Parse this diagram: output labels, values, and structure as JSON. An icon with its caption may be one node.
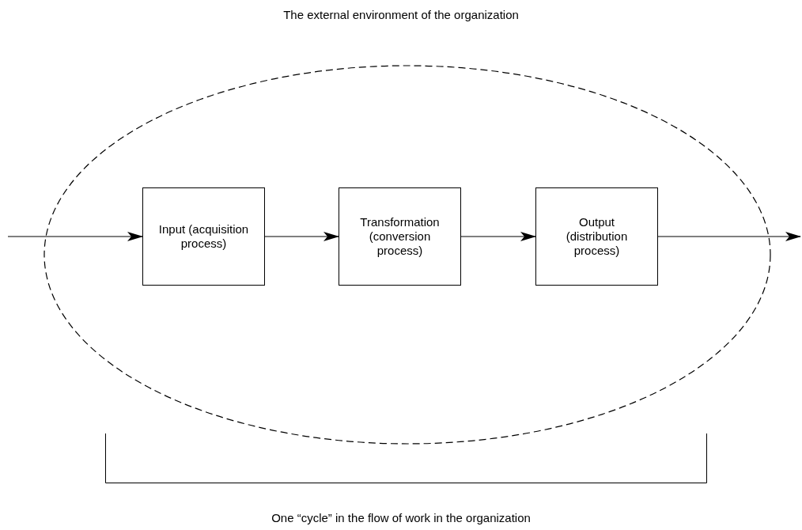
{
  "diagram": {
    "title": "The external environment of the organization",
    "caption": "One “cycle” in the flow of work in the organization",
    "nodes": [
      {
        "text": [],
        "shape": "ellipse"
      },
      {
        "text": [
          "Input (acquisition process)"
        ],
        "in": 0
      },
      {
        "text": [
          "Transformation (conversion process)"
        ],
        "in": 0
      },
      {
        "text": [
          "Output (distribution process)"
        ],
        "in": 0
      }
    ],
    "edges": [
      {
        "from": null,
        "to": 1,
        "arrow": "to"
      },
      {
        "from": 1,
        "to": 2,
        "arrow": "to"
      },
      {
        "from": 2,
        "to": 3,
        "arrow": "to"
      },
      {
        "from": 3,
        "to": null,
        "arrow": "to"
      }
    ]
  }
}
